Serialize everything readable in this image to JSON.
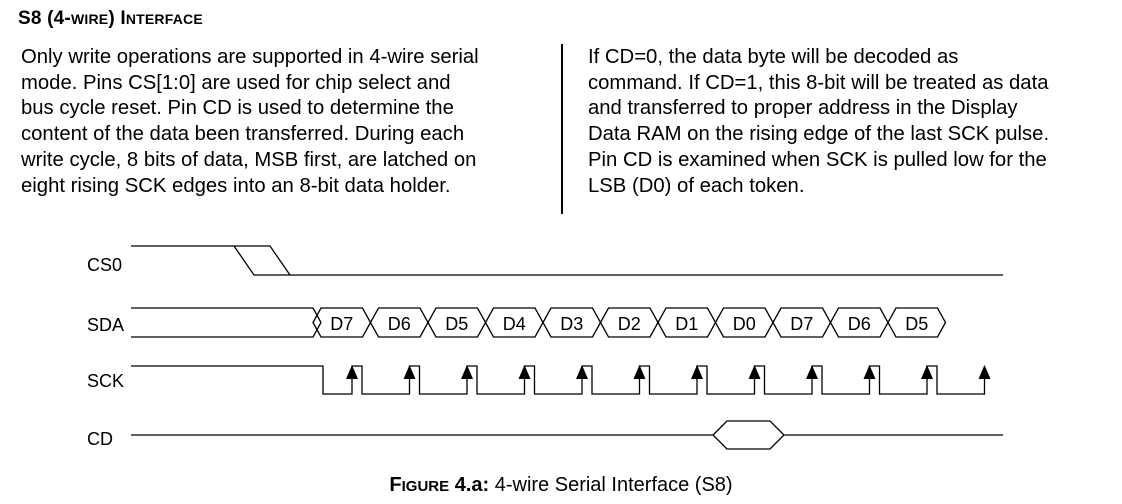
{
  "heading": {
    "prefix": "S8 (4-",
    "small": "WIRE",
    "middle": ") I",
    "small2": "NTERFACE"
  },
  "left_column": [
    "Only write operations are supported in 4-wire serial",
    "mode. Pins CS[1:0] are used for chip select and",
    "bus cycle reset. Pin CD is used to determine the",
    "content of the data been transferred. During each",
    "write cycle, 8 bits of data, MSB first, are latched on",
    "eight rising SCK edges into an 8-bit data holder."
  ],
  "right_column": [
    "If CD=0, the data byte will be decoded as",
    "command. If CD=1, this 8-bit will be treated as data",
    "and transferred to proper address in the Display",
    "Data RAM on the rising edge of the last SCK pulse.",
    "Pin CD is examined when SCK is pulled low for the",
    "LSB (D0) of each token."
  ],
  "diagram": {
    "signals": [
      "CS0",
      "SDA",
      "SCK",
      "CD"
    ],
    "data_bits": [
      "D7",
      "D6",
      "D5",
      "D4",
      "D3",
      "D2",
      "D1",
      "D0",
      "D7",
      "D6",
      "D5"
    ]
  },
  "caption": {
    "big_f": "F",
    "small": "IGURE",
    "rest": " 4.a:",
    "text": " 4-wire Serial Interface (S8)"
  }
}
